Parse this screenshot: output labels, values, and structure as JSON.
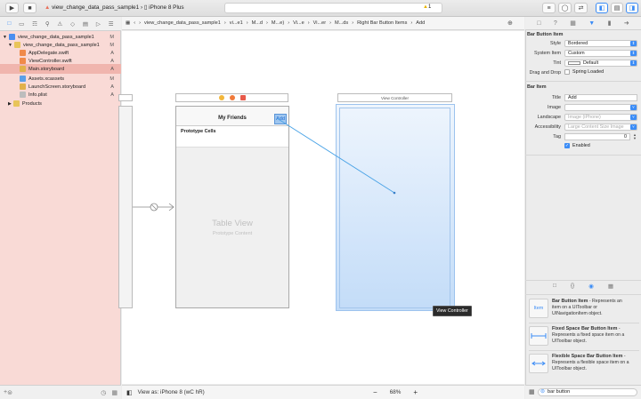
{
  "toolbar": {
    "scheme": "view_change_data_pass_sample1",
    "device": "iPhone 8 Plus",
    "warning_count": "1"
  },
  "navigator": {
    "rows": [
      {
        "label": "view_change_data_pass_sample1",
        "status": "M",
        "indent": 0
      },
      {
        "label": "view_change_data_pass_sample1",
        "status": "M",
        "indent": 1
      },
      {
        "label": "AppDelegate.swift",
        "status": "A",
        "indent": 2
      },
      {
        "label": "ViewController.swift",
        "status": "A",
        "indent": 2
      },
      {
        "label": "Main.storyboard",
        "status": "A",
        "indent": 2
      },
      {
        "label": "Assets.xcassets",
        "status": "M",
        "indent": 2
      },
      {
        "label": "LaunchScreen.storyboard",
        "status": "A",
        "indent": 2
      },
      {
        "label": "Info.plist",
        "status": "A",
        "indent": 2
      },
      {
        "label": "Products",
        "status": "",
        "indent": 1
      }
    ]
  },
  "jumpbar": {
    "items": [
      "view_change_data_pass_sample1",
      "vi...e1",
      "M...d",
      "M...e)",
      "Vi...e",
      "Vi...er",
      "M...ds",
      "Right Bar Button Items",
      "Add"
    ]
  },
  "canvas": {
    "scene1": {
      "nav_title": "My Friends",
      "bar_button": "Add",
      "prototype_cells": "Prototype Cells",
      "table_view": "Table View",
      "prototype_content": "Prototype Content"
    },
    "scene2": {
      "title": "View Controller",
      "tooltip": "View Controller"
    },
    "view_as": "View as: iPhone 8 (wC hR)",
    "zoom": "68%"
  },
  "inspector": {
    "bar_button_item": {
      "header": "Bar Button Item",
      "style_label": "Style",
      "style_value": "Bordered",
      "system_item_label": "System Item",
      "system_item_value": "Custom",
      "tint_label": "Tint",
      "tint_value": "Default",
      "drag_drop_label": "Drag and Drop",
      "spring_loaded": "Spring Loaded"
    },
    "bar_item": {
      "header": "Bar Item",
      "title_label": "Title",
      "title_value": "Add",
      "image_label": "Image",
      "landscape_label": "Landscape",
      "landscape_placeholder": "Image (iPhone)",
      "accessibility_label": "Accessibility",
      "accessibility_placeholder": "Large Content Size Image",
      "tag_label": "Tag",
      "tag_value": "0",
      "enabled_label": "Enabled"
    }
  },
  "library": {
    "items": [
      {
        "thumb": "Item",
        "title": "Bar Button Item",
        "desc1": " - Represents an",
        "desc2": "item on a UIToolbar or",
        "desc3": "UINavigationItem object."
      },
      {
        "thumb": "",
        "title": "Fixed Space Bar Button Item",
        "desc1": " -",
        "desc2": "Represents a fixed space item on a",
        "desc3": "UIToolbar object."
      },
      {
        "thumb": "",
        "title": "Flexible Space Bar Button Item",
        "desc1": " -",
        "desc2": "Represents a flexible space item on a",
        "desc3": "UIToolbar object."
      }
    ],
    "search_value": "bar button"
  },
  "colors": {
    "accent": "#3b8cf6",
    "nav_selected": "#f0b5ae",
    "nav_bg": "#f9dad6"
  }
}
